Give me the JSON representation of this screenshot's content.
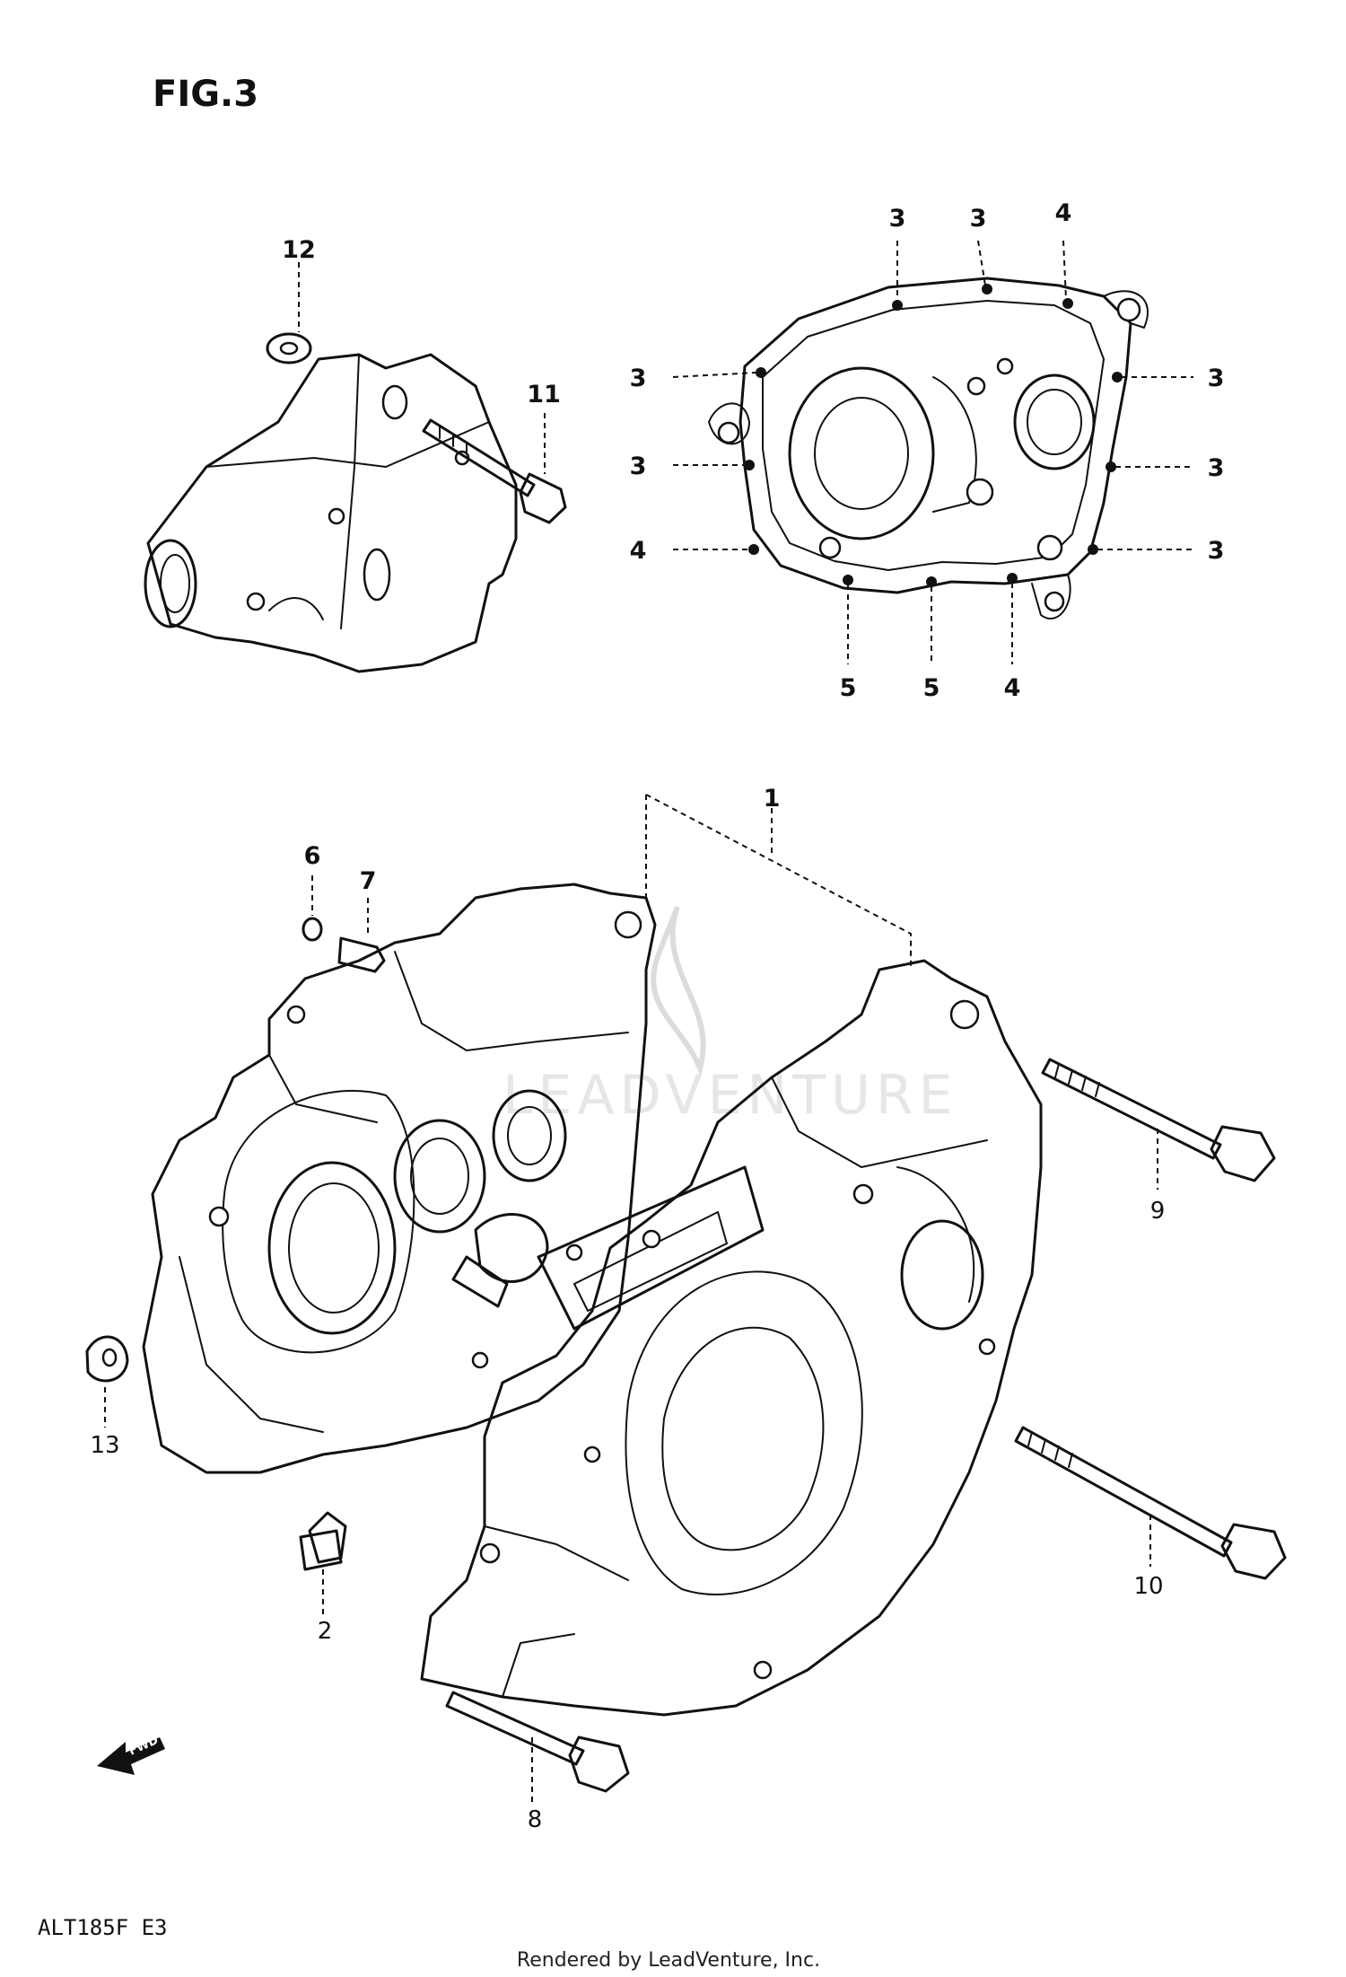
{
  "figure": {
    "title": "FIG.3"
  },
  "callouts": {
    "c1": "1",
    "c2": "2",
    "c3a": "3",
    "c3b": "3",
    "c3c": "3",
    "c3d": "3",
    "c3e": "3",
    "c3f": "3",
    "c3g": "3",
    "c4a": "4",
    "c4b": "4",
    "c4c": "4",
    "c5a": "5",
    "c5b": "5",
    "c6": "6",
    "c7": "7",
    "c8": "8",
    "c9": "9",
    "c10": "10",
    "c11": "11",
    "c12": "12",
    "c13": "13"
  },
  "fwd_label": "FWD",
  "footer": {
    "model_code": "ALT185F E3",
    "credit": "Rendered by LeadVenture, Inc."
  },
  "watermark_text": "LEADVENTURE"
}
